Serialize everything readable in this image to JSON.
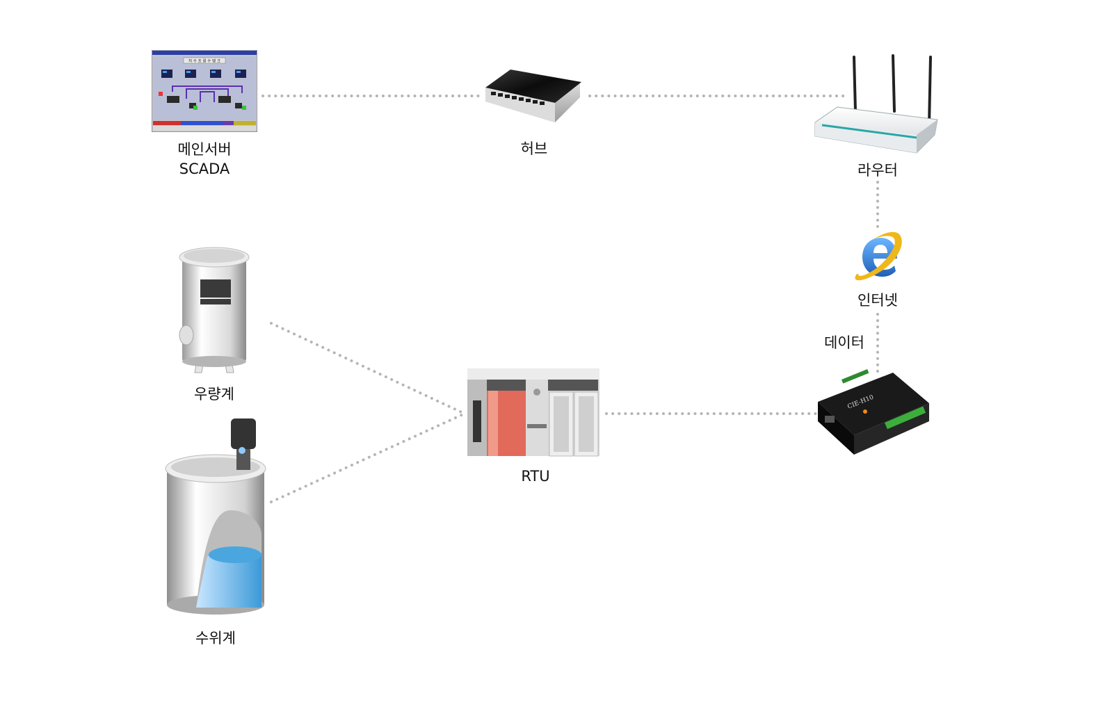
{
  "nodes": {
    "scada": {
      "line1": "메인서버",
      "line2": "SCADA",
      "screen_title": "저 수 조  원 수 탱 크"
    },
    "hub": {
      "label": "허브"
    },
    "router": {
      "label": "라우터"
    },
    "internet": {
      "label": "인터넷",
      "icon": "internet-explorer-icon"
    },
    "data_link": {
      "label": "데이터"
    },
    "rain_gauge": {
      "label": "우량계"
    },
    "level_meter": {
      "label": "수위계"
    },
    "rtu": {
      "label": "RTU"
    },
    "gateway": {
      "model": "CIE-H10"
    }
  },
  "colors": {
    "connector": "#b5b5b5",
    "scada_bg": "#b9bfd6",
    "water": "#4aa6de",
    "rtu_red": "#e26a5a",
    "ie_blue": "#2f73c9",
    "ie_ring": "#f0b71a"
  }
}
